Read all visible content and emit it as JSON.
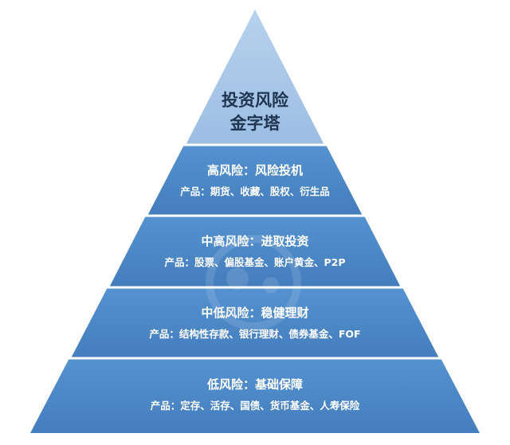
{
  "pyramid": {
    "title_line1": "投资风险",
    "title_line2": "金字塔",
    "tiers": [
      {
        "title": "高风险：风险投机",
        "products": "产品：期货、收藏、股权、衍生品",
        "color": "#4d86c4"
      },
      {
        "title": "中高风险：进取投资",
        "products": "产品：股票、偏股基金、账户黄金、P2P",
        "color": "#4d86c4"
      },
      {
        "title": "中低风险：稳健理财",
        "products": "产品：结构性存款、银行理财、债券基金、FOF",
        "color": "#4d86c4"
      },
      {
        "title": "低风险：基础保障",
        "products": "产品：定存、活存、国债、货币基金、人寿保险",
        "color": "#4d86c4"
      }
    ],
    "apex_color": "#a7c5e5",
    "divider_color": "#ffffff"
  }
}
